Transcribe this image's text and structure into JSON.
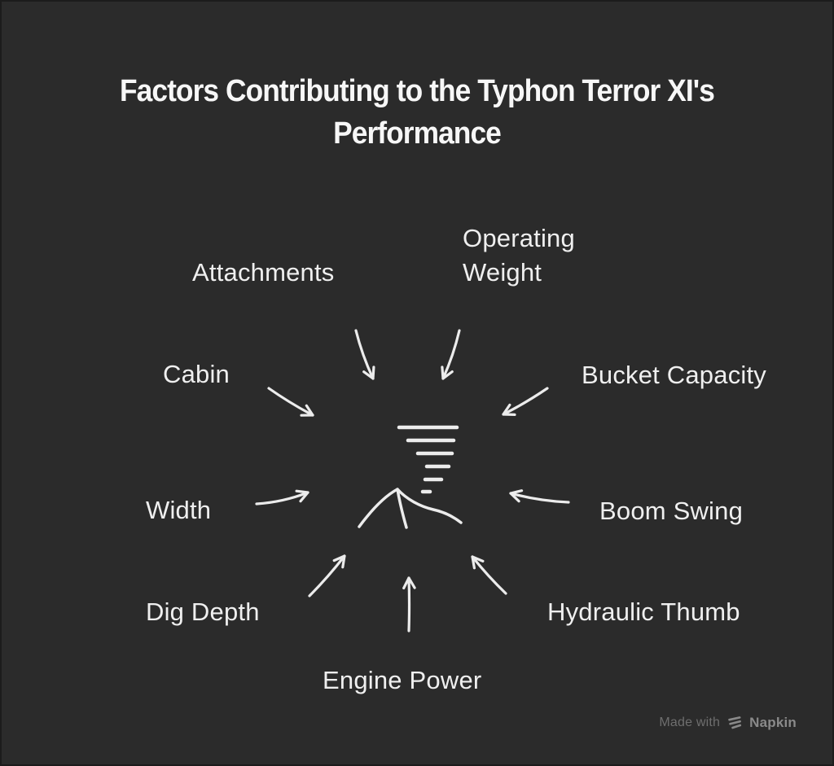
{
  "title": {
    "line1": "Factors Contributing to the Typhon Terror XI's",
    "line2": "Performance"
  },
  "center_icon": "tornado-over-mountain",
  "factors": [
    {
      "id": "attachments",
      "label": "Attachments"
    },
    {
      "id": "operating-weight",
      "label": "Operating Weight"
    },
    {
      "id": "cabin",
      "label": "Cabin"
    },
    {
      "id": "bucket-capacity",
      "label": "Bucket Capacity"
    },
    {
      "id": "width",
      "label": "Width"
    },
    {
      "id": "boom-swing",
      "label": "Boom Swing"
    },
    {
      "id": "dig-depth",
      "label": "Dig Depth"
    },
    {
      "id": "engine-power",
      "label": "Engine Power"
    },
    {
      "id": "hydraulic-thumb",
      "label": "Hydraulic Thumb"
    }
  ],
  "watermark": {
    "prefix": "Made with",
    "brand": "Napkin",
    "logo_icon": "napkin-logo-icon"
  },
  "colors": {
    "background": "#2b2b2b",
    "title_text": "#f7f7f7",
    "label_text": "#efefef",
    "line": "#ececec",
    "watermark_text": "#6e6e6e",
    "watermark_brand": "#8a8a8a"
  }
}
